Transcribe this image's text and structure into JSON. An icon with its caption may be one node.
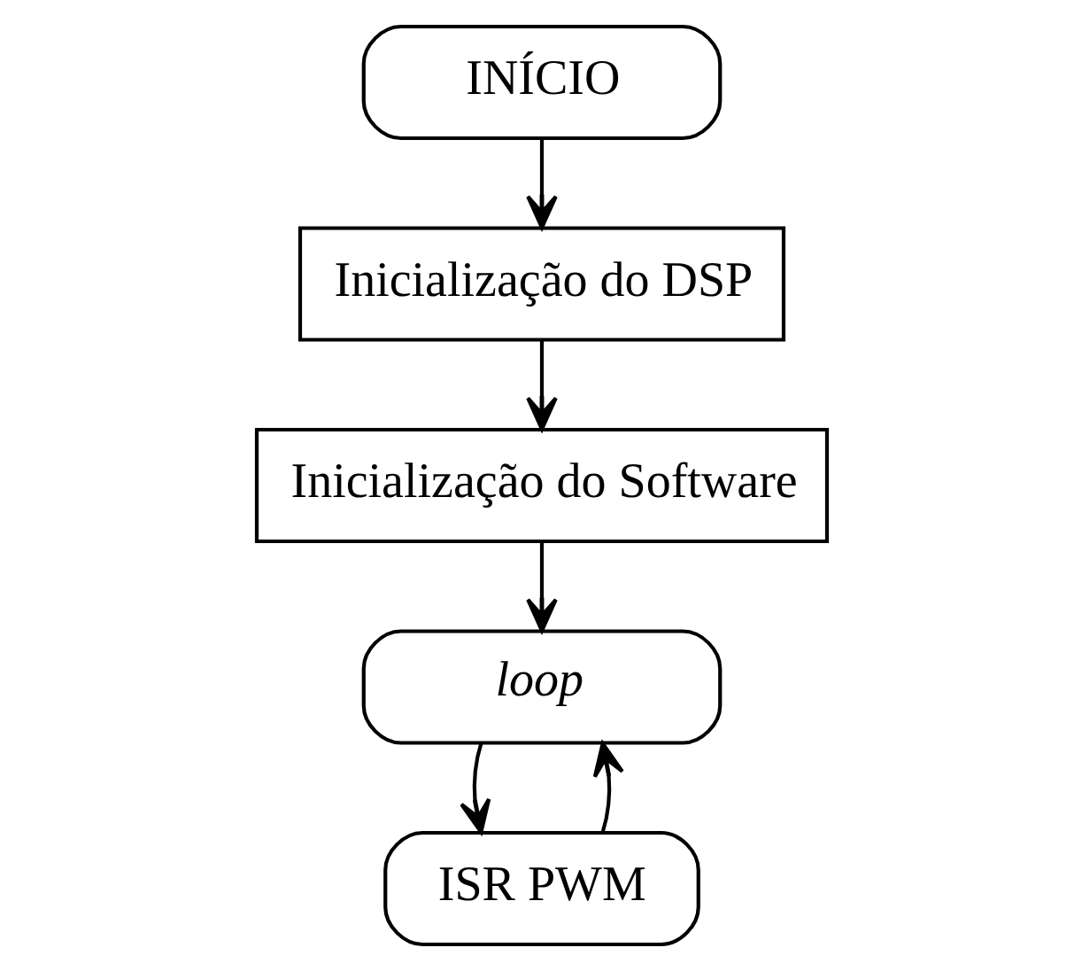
{
  "diagram": {
    "nodes": [
      {
        "text": [
          "INÍCIO"
        ]
      },
      {
        "text": [
          "Inicialização do DSP"
        ]
      },
      {
        "text": [
          "Inicialização do Software"
        ]
      },
      {
        "text": [
          "loop"
        ]
      },
      {
        "text": [
          "ISR PWM"
        ]
      }
    ],
    "edges": [
      {
        "from": 0,
        "to": 1,
        "arrow": "to"
      },
      {
        "from": 1,
        "to": 2,
        "arrow": "to"
      },
      {
        "from": 2,
        "to": 3,
        "arrow": "to"
      },
      {
        "from": 3,
        "to": 4,
        "arrow": "to"
      },
      {
        "from": 4,
        "to": 3,
        "arrow": "to"
      }
    ]
  }
}
